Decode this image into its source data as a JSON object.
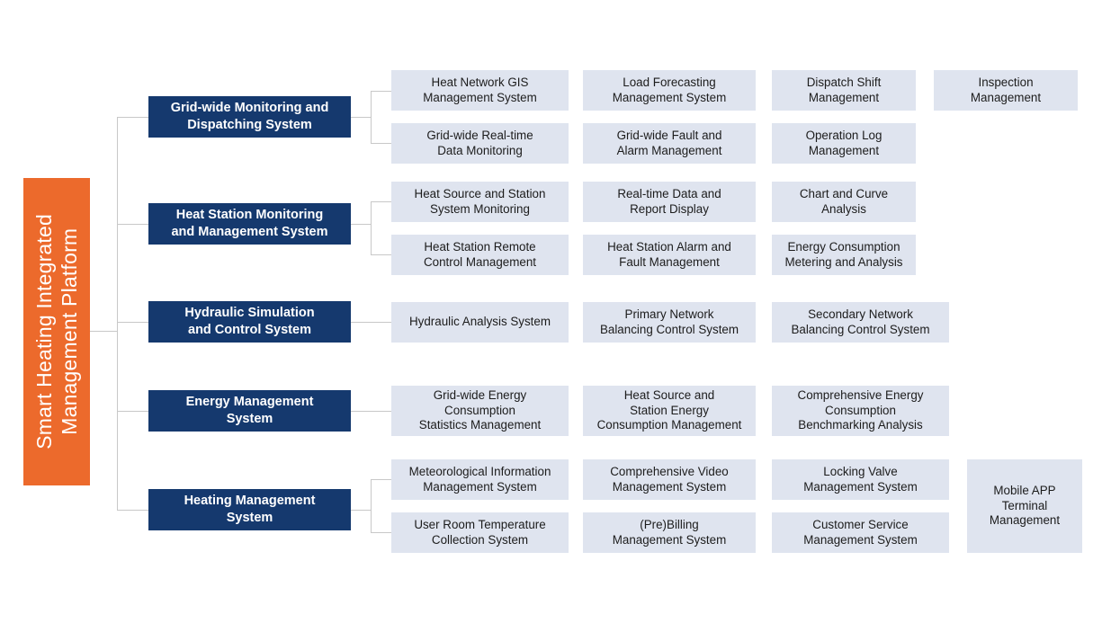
{
  "diagram": {
    "title": "Smart Heating Integrated Management Platform",
    "root": {
      "label": "Smart Heating Integrated\nManagement Platform",
      "color": "#ec6a2c",
      "text_color": "#ffffff"
    },
    "palette": {
      "root_orange": "#ec6a2c",
      "branch_navy": "#15396e",
      "leaf_light_blue": "#dfe4ef",
      "connector_gray": "#c8c8c8",
      "leaf_text": "#1c1c1c",
      "branch_text": "#ffffff"
    },
    "branches": [
      {
        "id": "grid-wide-monitoring-and-dispatching-system",
        "label": "Grid-wide Monitoring and\nDispatching System",
        "rows": [
          [
            "Heat Network GIS\nManagement System",
            "Load Forecasting\nManagement System",
            "Dispatch Shift\nManagement",
            "Inspection\nManagement"
          ],
          [
            "Grid-wide Real-time\nData Monitoring",
            "Grid-wide Fault and\nAlarm Management",
            "Operation Log\nManagement"
          ]
        ]
      },
      {
        "id": "heat-station-monitoring-and-management-system",
        "label": "Heat Station Monitoring\nand Management System",
        "rows": [
          [
            "Heat Source and Station\nSystem Monitoring",
            "Real-time Data and\nReport Display",
            "Chart and Curve\nAnalysis"
          ],
          [
            "Heat Station Remote\nControl Management",
            "Heat Station Alarm and\nFault Management",
            "Energy Consumption\nMetering and Analysis"
          ]
        ]
      },
      {
        "id": "hydraulic-simulation-and-control-system",
        "label": "Hydraulic Simulation\nand Control System",
        "rows": [
          [
            "Hydraulic Analysis System",
            "Primary Network\nBalancing Control System",
            "Secondary Network\nBalancing Control System"
          ]
        ]
      },
      {
        "id": "energy-management-system",
        "label": "Energy Management\nSystem",
        "rows": [
          [
            "Grid-wide Energy\nConsumption\nStatistics Management",
            "Heat Source and\nStation Energy\nConsumption Management",
            "Comprehensive Energy\nConsumption\nBenchmarking Analysis"
          ]
        ]
      },
      {
        "id": "heating-management-system",
        "label": "Heating Management\nSystem",
        "rows": [
          [
            "Meteorological Information\nManagement System",
            "Comprehensive Video\nManagement System",
            "Locking Valve\nManagement System"
          ],
          [
            "User Room Temperature\nCollection System",
            "(Pre)Billing\nManagement System",
            "Customer Service\nManagement System"
          ]
        ]
      }
    ],
    "standalone": {
      "label": "Mobile APP\nTerminal\nManagement"
    }
  }
}
